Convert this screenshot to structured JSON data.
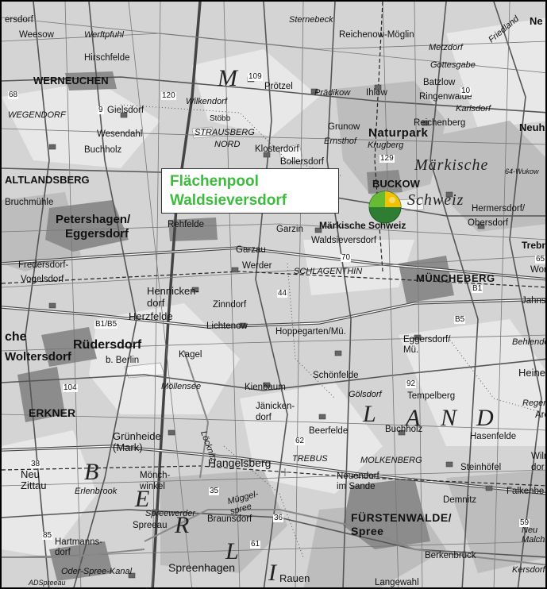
{
  "pool_label": {
    "line1": "Flächenpool",
    "line2": "Waldsieversdorf"
  },
  "colors": {
    "pool_green": "#3dbb3d",
    "marker_dark": "#2e7d32",
    "marker_light": "#66bb33",
    "marker_yellow": "#f2c200"
  },
  "places": [
    {
      "id": "ersdorf",
      "text": "ersdorf"
    },
    {
      "id": "weesow",
      "text": "Weesow"
    },
    {
      "id": "werftpfuhl",
      "text": "Werftpfuhl"
    },
    {
      "id": "sternebeck",
      "text": "Sternebeck"
    },
    {
      "id": "reichenow",
      "text": "Reichenow-Möglin"
    },
    {
      "id": "metzdorf",
      "text": "Metzdorf"
    },
    {
      "id": "friedland",
      "text": "Friedland"
    },
    {
      "id": "ne",
      "text": "Ne"
    },
    {
      "id": "hirschfelde",
      "text": "Hirschfelde"
    },
    {
      "id": "gottesgabe",
      "text": "Gottesgabe"
    },
    {
      "id": "werneuchen",
      "text": "WERNEUCHEN"
    },
    {
      "id": "protzel",
      "text": "Prötzel"
    },
    {
      "id": "pradikow",
      "text": "Prädikow"
    },
    {
      "id": "ihlow",
      "text": "Ihlow"
    },
    {
      "id": "batzlow",
      "text": "Batzlow"
    },
    {
      "id": "ringenwalde",
      "text": "Ringenwalde"
    },
    {
      "id": "wilkendorf",
      "text": "Wilkendorf"
    },
    {
      "id": "gielsdorf",
      "text": "Gielsdorf"
    },
    {
      "id": "wegendorf",
      "text": "WEGENDORF"
    },
    {
      "id": "karlsdorf",
      "text": "Karlsdorf"
    },
    {
      "id": "wesendahl",
      "text": "Wesendahl"
    },
    {
      "id": "strausberg",
      "text": "STRAUSBERG"
    },
    {
      "id": "stobb",
      "text": "Stöbb"
    },
    {
      "id": "nord",
      "text": "NORD"
    },
    {
      "id": "grunow",
      "text": "Grunow"
    },
    {
      "id": "reichenberg",
      "text": "Reichenberg"
    },
    {
      "id": "neuh",
      "text": "Neuh"
    },
    {
      "id": "naturpark",
      "text": "Naturpark"
    },
    {
      "id": "buchholz1",
      "text": "Buchholz"
    },
    {
      "id": "klosterdorf",
      "text": "Klosterdorf"
    },
    {
      "id": "ernsthof",
      "text": "Ernsthof"
    },
    {
      "id": "krugberg",
      "text": "Krugberg"
    },
    {
      "id": "bollersdorf",
      "text": "Bollersdorf"
    },
    {
      "id": "markische1",
      "text": "Märkische"
    },
    {
      "id": "altlandsberg",
      "text": "ALTLANDSBERG"
    },
    {
      "id": "buckow",
      "text": "BUCKOW"
    },
    {
      "id": "schweiz1",
      "text": "Schweiz"
    },
    {
      "id": "bruchmuhle",
      "text": "Bruchmühle"
    },
    {
      "id": "hermersdorf",
      "text": "Hermersdorf/"
    },
    {
      "id": "obersdorf",
      "text": "Obersdorf"
    },
    {
      "id": "petershagen",
      "text": "Petershagen/"
    },
    {
      "id": "eggersdorf1",
      "text": "Eggersdorf"
    },
    {
      "id": "rehfelde",
      "text": "Rehfelde"
    },
    {
      "id": "garzin",
      "text": "Garzin"
    },
    {
      "id": "markischeschweiz",
      "text": "Märkische Schweiz"
    },
    {
      "id": "trebni",
      "text": "Trebni"
    },
    {
      "id": "waldsieversdorf",
      "text": "Waldsieversdorf"
    },
    {
      "id": "garzau",
      "text": "Garzau"
    },
    {
      "id": "fredersdorf",
      "text": "Fredersdorf-"
    },
    {
      "id": "vogelsdorf",
      "text": "Vogelsdorf"
    },
    {
      "id": "werder",
      "text": "Werder"
    },
    {
      "id": "schlagenthin",
      "text": "SCHLAGENTHIN"
    },
    {
      "id": "muncheberg",
      "text": "MÜNCHEBERG"
    },
    {
      "id": "wor",
      "text": "Wor"
    },
    {
      "id": "hennickendorf",
      "text": "Hennicken-\ndorf"
    },
    {
      "id": "herzfelde",
      "text": "Herzfelde"
    },
    {
      "id": "zinndorf",
      "text": "Zinndorf"
    },
    {
      "id": "jahnsf",
      "text": "Jahnsf"
    },
    {
      "id": "lichtenow",
      "text": "Lichtenow"
    },
    {
      "id": "hoppegarten",
      "text": "Hoppegarten/Mü."
    },
    {
      "id": "ruedersdorf",
      "text": "Rüdersdorf"
    },
    {
      "id": "berlin",
      "text": "b. Berlin"
    },
    {
      "id": "che",
      "text": "che"
    },
    {
      "id": "kagel",
      "text": "Kagel"
    },
    {
      "id": "eggersdorfmu",
      "text": "Eggersdorf/\nMü."
    },
    {
      "id": "behlendorf",
      "text": "Behlendorf"
    },
    {
      "id": "woltersdorf",
      "text": "Woltersdorf"
    },
    {
      "id": "schonfelde",
      "text": "Schönfelde"
    },
    {
      "id": "heinersdorf",
      "text": "Heiner"
    },
    {
      "id": "mollensee",
      "text": "Möllensee"
    },
    {
      "id": "kienbaum",
      "text": "Kienbaum"
    },
    {
      "id": "golsdorf",
      "text": "Gölsdorf"
    },
    {
      "id": "tempelberg",
      "text": "Tempelberg"
    },
    {
      "id": "erkner",
      "text": "ERKNER"
    },
    {
      "id": "janickendorf",
      "text": "Jänicken-\ndorf"
    },
    {
      "id": "beerfelde",
      "text": "Beerfelde"
    },
    {
      "id": "buchholz2",
      "text": "Buchholz"
    },
    {
      "id": "hasenfelde",
      "text": "Hasenfelde"
    },
    {
      "id": "are",
      "text": "Are"
    },
    {
      "id": "regen",
      "text": "Regen"
    },
    {
      "id": "grunheide",
      "text": "Grünheide\n(Mark)"
    },
    {
      "id": "locknitz",
      "text": "Löcknitz"
    },
    {
      "id": "trebus",
      "text": "TREBUS"
    },
    {
      "id": "molkenberg",
      "text": "MOLKENBERG"
    },
    {
      "id": "steinhofel",
      "text": "Steinhöfel"
    },
    {
      "id": "wilm",
      "text": "Wilm\ndor"
    },
    {
      "id": "hangelsberg",
      "text": "Hangelsberg"
    },
    {
      "id": "monchwinkel",
      "text": "Mönch-\nwinkel"
    },
    {
      "id": "neuendorf",
      "text": "Neuendorf\nim Sande"
    },
    {
      "id": "neu",
      "text": "Neu\nZittau"
    },
    {
      "id": "erlenbrook",
      "text": "Erlenbrook"
    },
    {
      "id": "muggelspree",
      "text": "Müggel-\nspree"
    },
    {
      "id": "falkenberg",
      "text": "Falkenbe"
    },
    {
      "id": "demnitz",
      "text": "Demnitz"
    },
    {
      "id": "spreewerder",
      "text": "Spreewerder"
    },
    {
      "id": "spreeau",
      "text": "Spreeau"
    },
    {
      "id": "braunsdorf",
      "text": "Braunsdorf"
    },
    {
      "id": "furstenwalde",
      "text": "FÜRSTENWALDE/\nSpree"
    },
    {
      "id": "neumalchow",
      "text": "Neu\nMalch"
    },
    {
      "id": "hartmannsdorf",
      "text": "Hartmanns-\ndorf"
    },
    {
      "id": "berkenbruck",
      "text": "Berkenbrück"
    },
    {
      "id": "oderspree",
      "text": "Oder-Spree-Kanal"
    },
    {
      "id": "spreenhagen",
      "text": "Spreenhagen"
    },
    {
      "id": "rauen",
      "text": "Rauen"
    },
    {
      "id": "kersdorf",
      "text": "Kersdorf"
    },
    {
      "id": "langewahl",
      "text": "Langewahl"
    },
    {
      "id": "adspreeau",
      "text": "ADSpreeau"
    },
    {
      "id": "wukow",
      "text": "64-Wukow"
    }
  ],
  "regions": [
    {
      "id": "m",
      "text": "M"
    },
    {
      "id": "l",
      "text": "L"
    },
    {
      "id": "a",
      "text": "A"
    },
    {
      "id": "n",
      "text": "N"
    },
    {
      "id": "d",
      "text": "D"
    },
    {
      "id": "b",
      "text": "B"
    },
    {
      "id": "e",
      "text": "E"
    },
    {
      "id": "r",
      "text": "R"
    },
    {
      "id": "li",
      "text": "L"
    },
    {
      "id": "i",
      "text": "I"
    }
  ],
  "road_numbers": [
    {
      "id": "n109",
      "text": "109"
    },
    {
      "id": "n120",
      "text": "120"
    },
    {
      "id": "n9",
      "text": "9"
    },
    {
      "id": "n129",
      "text": "129"
    },
    {
      "id": "n70",
      "text": "70"
    },
    {
      "id": "n44",
      "text": "44"
    },
    {
      "id": "n65",
      "text": "65"
    },
    {
      "id": "b1",
      "text": "B1"
    },
    {
      "id": "b5",
      "text": "B5"
    },
    {
      "id": "b185",
      "text": "B1/B5"
    },
    {
      "id": "n104",
      "text": "104"
    },
    {
      "id": "n92",
      "text": "92"
    },
    {
      "id": "n62",
      "text": "62"
    },
    {
      "id": "n38",
      "text": "38"
    },
    {
      "id": "n35",
      "text": "35"
    },
    {
      "id": "n36",
      "text": "36"
    },
    {
      "id": "n61",
      "text": "61"
    },
    {
      "id": "n59",
      "text": "59"
    },
    {
      "id": "n85",
      "text": "85"
    },
    {
      "id": "n68",
      "text": "68"
    },
    {
      "id": "n10",
      "text": "10"
    }
  ]
}
